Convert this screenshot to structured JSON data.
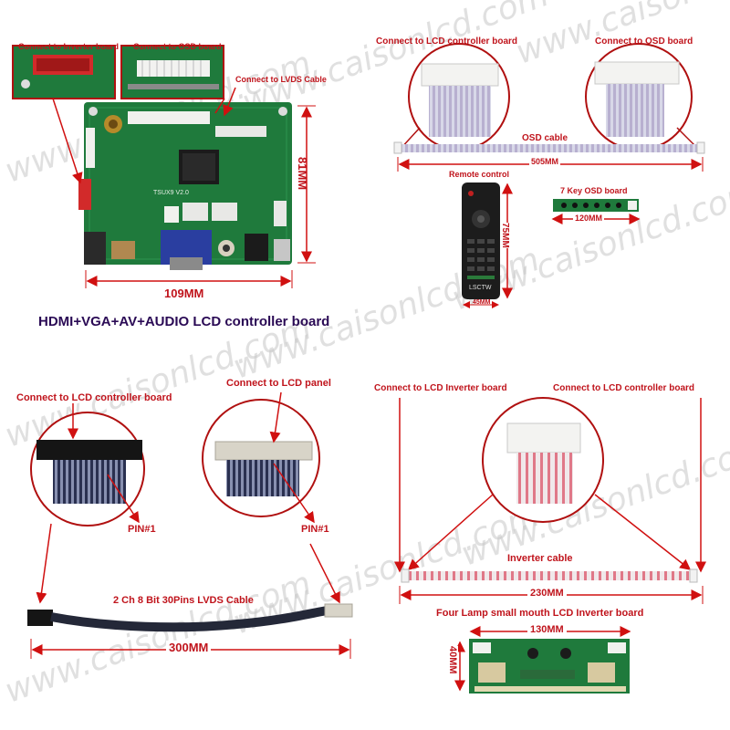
{
  "watermark": "www.caisonlcd.com",
  "controller_board": {
    "model": "TSUX9 V2.0",
    "width": "109MM",
    "height": "81MM",
    "title": "HDMI+VGA+AV+AUDIO LCD controller board",
    "callouts": {
      "inverter": "Connect to Inverter board",
      "osd": "Connect to OSD board",
      "lvds": "Connect to LVDS Cable"
    }
  },
  "osd_cable": {
    "left_label": "Connect to LCD controller board",
    "right_label": "Connect to OSD board",
    "name": "OSD cable",
    "length": "505MM"
  },
  "remote": {
    "label": "Remote control",
    "height": "75MM",
    "width": "45MM",
    "brand": "LSCTW"
  },
  "osd_board": {
    "label": "7 Key OSD board",
    "width": "120MM"
  },
  "lvds_cable": {
    "left_label": "Connect to LCD controller board",
    "right_label": "Connect to LCD panel",
    "pin_left": "PIN#1",
    "pin_right": "PIN#1",
    "name": "2 Ch 8 Bit 30Pins LVDS Cable",
    "length": "300MM"
  },
  "inverter_cable": {
    "left_label": "Connect to LCD Inverter board",
    "right_label": "Connect to LCD controller board",
    "name": "Inverter cable",
    "length": "230MM"
  },
  "inverter_board": {
    "title": "Four Lamp small mouth LCD Inverter board",
    "width": "130MM",
    "height": "40MM"
  },
  "colors": {
    "label_red": "#c0141c",
    "title_navy": "#2a0a55",
    "pcb_green": "#1f7a3c",
    "arrow_red": "#d01010"
  }
}
